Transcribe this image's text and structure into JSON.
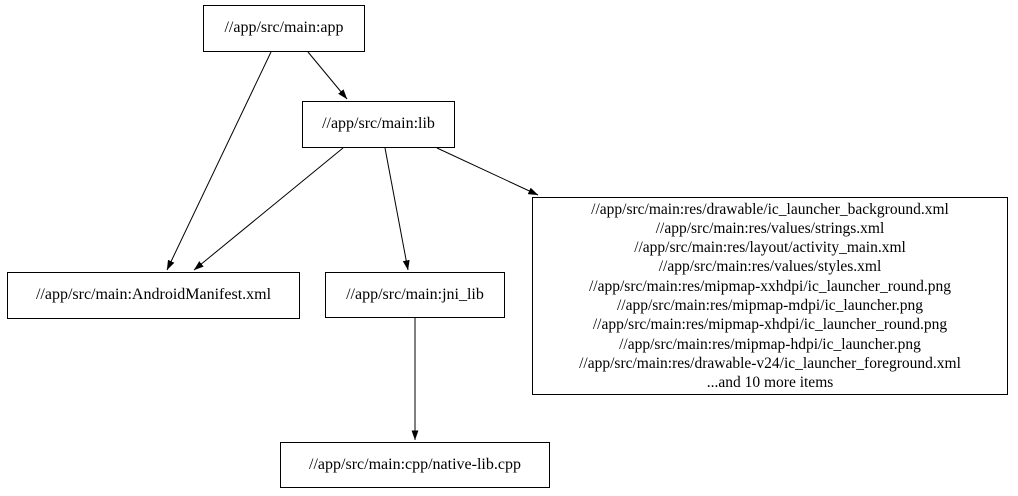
{
  "diagram": {
    "type": "dependency-graph",
    "colors": {
      "background": "#ffffff",
      "node_border": "#000000",
      "edge": "#000000",
      "text": "#000000"
    },
    "nodes": {
      "app": {
        "label": "//app/src/main:app"
      },
      "lib": {
        "label": "//app/src/main:lib"
      },
      "manifest": {
        "label": "//app/src/main:AndroidManifest.xml"
      },
      "jni_lib": {
        "label": "//app/src/main:jni_lib"
      },
      "res": {
        "lines": [
          "//app/src/main:res/drawable/ic_launcher_background.xml",
          "//app/src/main:res/values/strings.xml",
          "//app/src/main:res/layout/activity_main.xml",
          "//app/src/main:res/values/styles.xml",
          "//app/src/main:res/mipmap-xxhdpi/ic_launcher_round.png",
          "//app/src/main:res/mipmap-mdpi/ic_launcher.png",
          "//app/src/main:res/mipmap-xhdpi/ic_launcher_round.png",
          "//app/src/main:res/mipmap-hdpi/ic_launcher.png",
          "//app/src/main:res/drawable-v24/ic_launcher_foreground.xml",
          "...and 10 more items"
        ]
      },
      "native_lib": {
        "label": "//app/src/main:cpp/native-lib.cpp"
      }
    },
    "edges": [
      {
        "from": "app",
        "to": "lib"
      },
      {
        "from": "app",
        "to": "manifest"
      },
      {
        "from": "lib",
        "to": "manifest"
      },
      {
        "from": "lib",
        "to": "jni_lib"
      },
      {
        "from": "lib",
        "to": "res"
      },
      {
        "from": "jni_lib",
        "to": "native_lib"
      }
    ]
  }
}
